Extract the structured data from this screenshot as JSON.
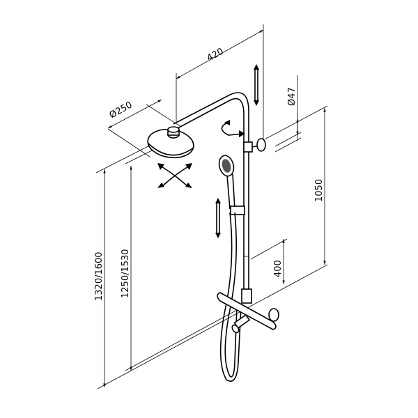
{
  "drawing": {
    "title": "Shower system dimension drawing",
    "dimensions": {
      "arm_length": "420",
      "head_diameter": "Ø250",
      "pipe_diameter": "Ø47",
      "rail_height": "1050",
      "mixer_offset": "400",
      "total_height": "1320/1600",
      "head_height": "1250/1530"
    },
    "line_color": "#000000",
    "background": "#ffffff"
  }
}
